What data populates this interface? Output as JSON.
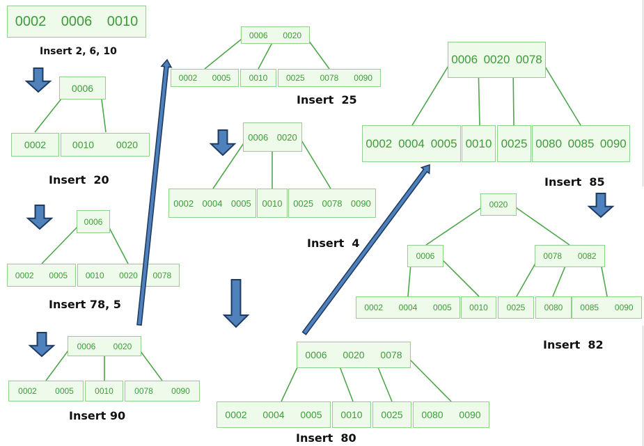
{
  "title": "B-Tree insertion steps",
  "colors": {
    "node_fill": "#eefbea",
    "node_border": "#8fd08a",
    "node_text": "#3f9a3a",
    "edge": "#4ea64a",
    "arrow_fill": "#4f81bd",
    "arrow_stroke": "#1f3a60",
    "caption": "#111111"
  },
  "steps": [
    {
      "id": "s1",
      "caption": "Insert 2, 6, 10",
      "nodes": [
        {
          "id": "root",
          "keys": [
            "0002",
            "0006",
            "0010"
          ]
        }
      ]
    },
    {
      "id": "s2",
      "caption": "Insert  20",
      "nodes": [
        {
          "id": "root",
          "keys": [
            "0006"
          ]
        },
        {
          "id": "c0",
          "keys": [
            "0002"
          ]
        },
        {
          "id": "c1",
          "keys": [
            "0010",
            "0020"
          ]
        }
      ]
    },
    {
      "id": "s3",
      "caption": "Insert 78, 5",
      "nodes": [
        {
          "id": "root",
          "keys": [
            "0006"
          ]
        },
        {
          "id": "c0",
          "keys": [
            "0002",
            "0005"
          ]
        },
        {
          "id": "c1",
          "keys": [
            "0010",
            "0020",
            "0078"
          ]
        }
      ]
    },
    {
      "id": "s4",
      "caption": "Insert 90",
      "nodes": [
        {
          "id": "root",
          "keys": [
            "0006",
            "0020"
          ]
        },
        {
          "id": "c0",
          "keys": [
            "0002",
            "0005"
          ]
        },
        {
          "id": "c1",
          "keys": [
            "0010"
          ]
        },
        {
          "id": "c2",
          "keys": [
            "0078",
            "0090"
          ]
        }
      ]
    },
    {
      "id": "s5",
      "caption": "Insert  25",
      "nodes": [
        {
          "id": "root",
          "keys": [
            "0006",
            "0020"
          ]
        },
        {
          "id": "c0",
          "keys": [
            "0002",
            "0005"
          ]
        },
        {
          "id": "c1",
          "keys": [
            "0010"
          ]
        },
        {
          "id": "c2",
          "keys": [
            "0025",
            "0078",
            "0090"
          ]
        }
      ]
    },
    {
      "id": "s6",
      "caption": "Insert  4",
      "nodes": [
        {
          "id": "root",
          "keys": [
            "0006",
            "0020"
          ]
        },
        {
          "id": "c0",
          "keys": [
            "0002",
            "0004",
            "0005"
          ]
        },
        {
          "id": "c1",
          "keys": [
            "0010"
          ]
        },
        {
          "id": "c2",
          "keys": [
            "0025",
            "0078",
            "0090"
          ]
        }
      ]
    },
    {
      "id": "s7",
      "caption": "Insert  80",
      "nodes": [
        {
          "id": "root",
          "keys": [
            "0006",
            "0020",
            "0078"
          ]
        },
        {
          "id": "c0",
          "keys": [
            "0002",
            "0004",
            "0005"
          ]
        },
        {
          "id": "c1",
          "keys": [
            "0010"
          ]
        },
        {
          "id": "c2",
          "keys": [
            "0025"
          ]
        },
        {
          "id": "c3",
          "keys": [
            "0080",
            "0090"
          ]
        }
      ]
    },
    {
      "id": "s8",
      "caption": "Insert  85",
      "nodes": [
        {
          "id": "root",
          "keys": [
            "0006",
            "0020",
            "0078"
          ]
        },
        {
          "id": "c0",
          "keys": [
            "0002",
            "0004",
            "0005"
          ]
        },
        {
          "id": "c1",
          "keys": [
            "0010"
          ]
        },
        {
          "id": "c2",
          "keys": [
            "0025"
          ]
        },
        {
          "id": "c3",
          "keys": [
            "0080",
            "0085",
            "0090"
          ]
        }
      ]
    },
    {
      "id": "s9",
      "caption": "Insert  82",
      "nodes": [
        {
          "id": "root",
          "keys": [
            "0020"
          ]
        },
        {
          "id": "l",
          "keys": [
            "0006"
          ]
        },
        {
          "id": "r",
          "keys": [
            "0078",
            "0082"
          ]
        },
        {
          "id": "l0",
          "keys": [
            "0002",
            "0004",
            "0005"
          ]
        },
        {
          "id": "l1",
          "keys": [
            "0010"
          ]
        },
        {
          "id": "r0",
          "keys": [
            "0025"
          ]
        },
        {
          "id": "r1",
          "keys": [
            "0080"
          ]
        },
        {
          "id": "r2",
          "keys": [
            "0085",
            "0090"
          ]
        }
      ]
    }
  ]
}
